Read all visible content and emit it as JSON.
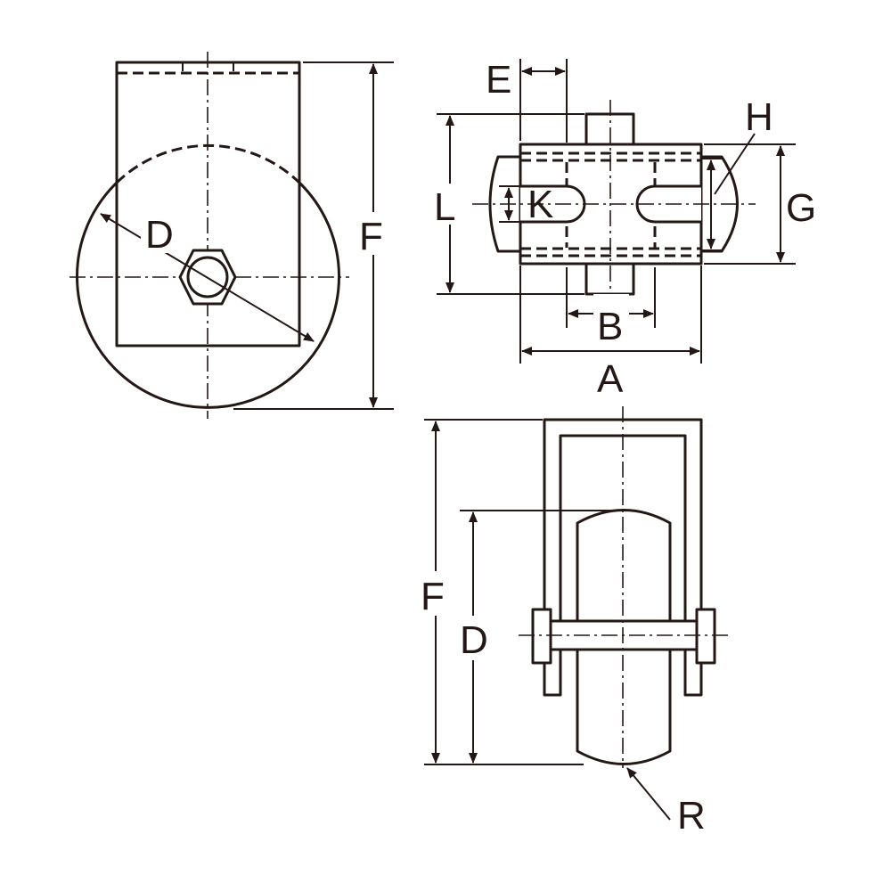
{
  "labels": {
    "front_view": {
      "D": "D",
      "F": "F"
    },
    "top_view": {
      "E": "E",
      "H": "H",
      "L": "L",
      "K": "K",
      "G": "G",
      "B": "B",
      "A": "A"
    },
    "side_view": {
      "F": "F",
      "D": "D",
      "R": "R"
    }
  },
  "colors": {
    "line": "#231815",
    "background": "#ffffff"
  }
}
